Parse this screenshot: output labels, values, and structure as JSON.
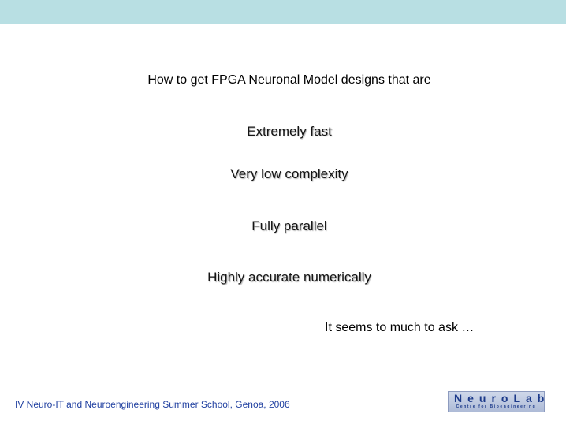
{
  "slide": {
    "heading": "How to get FPGA Neuronal Model designs that are",
    "features": [
      "Extremely fast",
      "Very low complexity",
      "Fully parallel",
      "Highly accurate numerically"
    ],
    "closing": "It seems to much to ask …"
  },
  "footer": {
    "text": "IV Neuro-IT and Neuroengineering Summer School, Genoa, 2006"
  },
  "logo": {
    "name": "NeuroLab",
    "subtitle": "Centre for Bioengineering"
  },
  "colors": {
    "top_band": "#b8dfe3",
    "footer_text": "#1f3fa0",
    "logo_text": "#1c3a8a"
  }
}
